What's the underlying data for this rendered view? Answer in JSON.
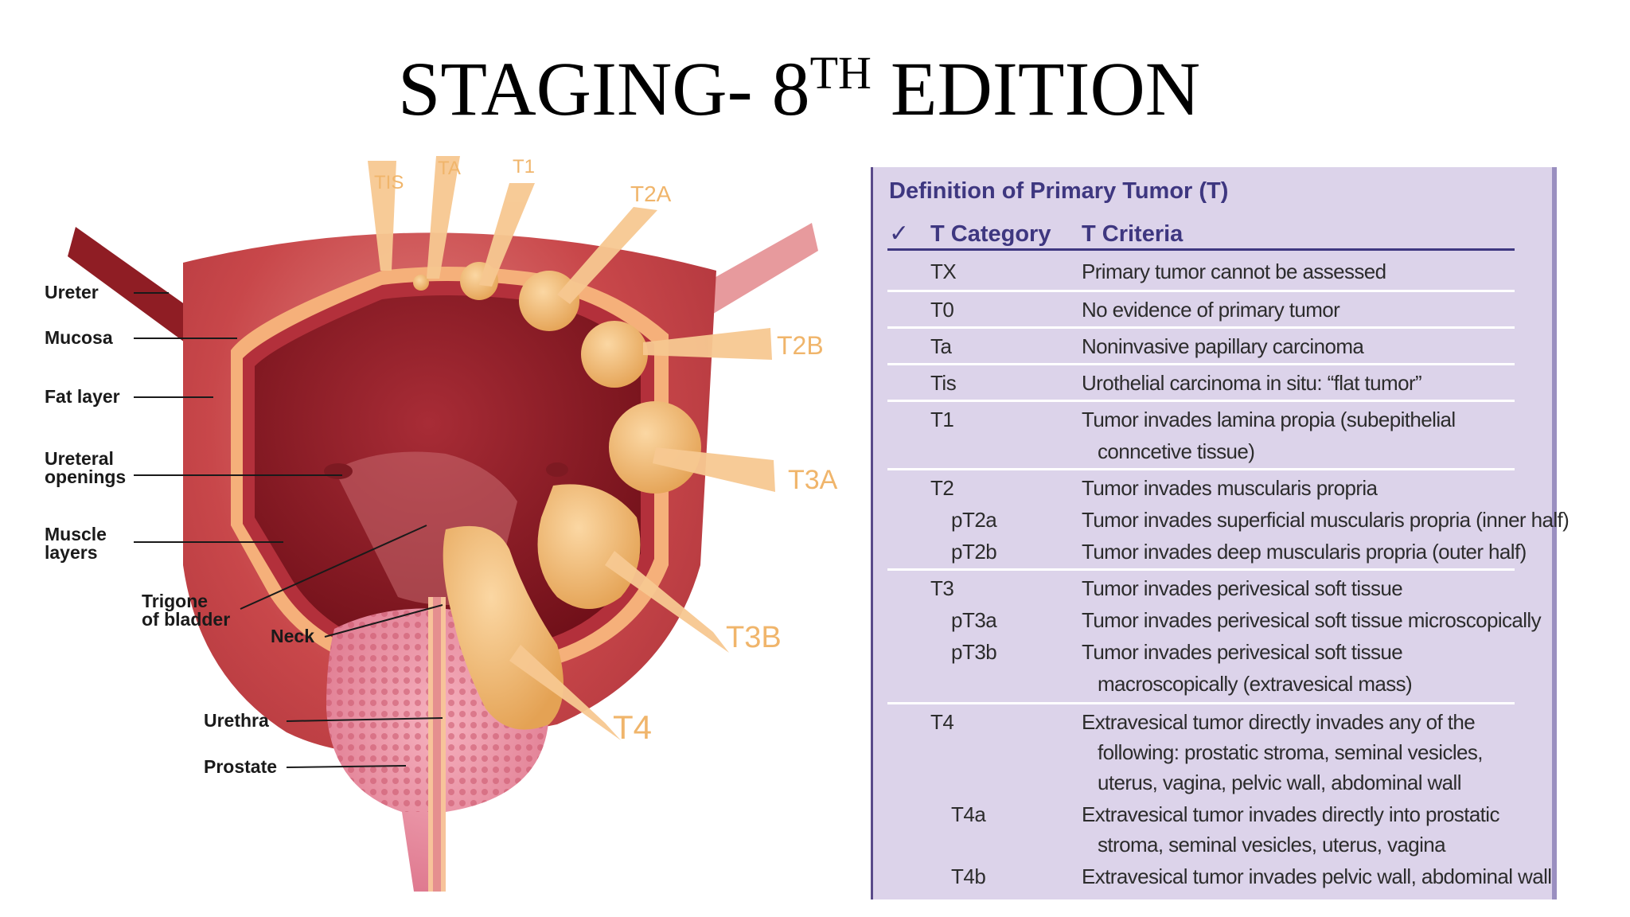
{
  "slide": {
    "title_main": "STAGING- 8",
    "title_sup": "TH",
    "title_rest": " EDITION"
  },
  "diagram": {
    "anatomy_labels": {
      "ureter": "Ureter",
      "mucosa": "Mucosa",
      "fat_layer": "Fat layer",
      "ureteral_openings": "Ureteral\nopenings",
      "muscle_layers": "Muscle\nlayers",
      "trigone": "Trigone\nof bladder",
      "neck": "Neck",
      "urethra": "Urethra",
      "prostate": "Prostate"
    },
    "stage_labels": {
      "tis": "TIS",
      "ta": "TA",
      "t1": "T1",
      "t2a": "T2A",
      "t2b": "T2B",
      "t3a": "T3A",
      "t3b": "T3B",
      "t4": "T4"
    },
    "colors": {
      "bladder_outer": "#c8474a",
      "bladder_inner": "#8a1620",
      "fat_layer": "#f5b07a",
      "tumor": "#efb86a",
      "prostate": "#e98aa0",
      "arrow": "#f7c891"
    }
  },
  "table": {
    "title": "Definition of Primary Tumor (T)",
    "check_mark": "✓",
    "col_category": "T Category",
    "col_criteria": "T Criteria",
    "rows": [
      {
        "cat": "TX",
        "crit": "Primary tumor cannot be assessed"
      },
      {
        "cat": "T0",
        "crit": "No evidence of primary tumor"
      },
      {
        "cat": "Ta",
        "crit": "Noninvasive papillary carcinoma"
      },
      {
        "cat": "Tis",
        "crit": "Urothelial carcinoma in situ: “flat tumor”"
      },
      {
        "cat": "T1",
        "crit": "Tumor invades lamina propia (subepithelial",
        "crit2": "conncetive tissue)"
      },
      {
        "cat": "T2",
        "crit": "Tumor invades muscularis propria"
      },
      {
        "cat": "pT2a",
        "crit": "Tumor invades superficial muscularis propria (inner half)"
      },
      {
        "cat": "pT2b",
        "crit": "Tumor invades deep muscularis propria (outer half)"
      },
      {
        "cat": "T3",
        "crit": "Tumor invades perivesical soft tissue"
      },
      {
        "cat": "pT3a",
        "crit": "Tumor invades perivesical soft tissue microscopically"
      },
      {
        "cat": "pT3b",
        "crit": "Tumor invades perivesical soft tissue",
        "crit2": "macroscopically (extravesical mass)"
      },
      {
        "cat": "T4",
        "crit": "Extravesical tumor directly invades any of the",
        "crit2": "following: prostatic stroma, seminal vesicles,",
        "crit3": "uterus, vagina, pelvic wall, abdominal wall"
      },
      {
        "cat": "T4a",
        "crit": "Extravesical tumor invades directly into prostatic",
        "crit2": "stroma, seminal vesicles, uterus, vagina"
      },
      {
        "cat": "T4b",
        "crit": "Extravesical tumor invades pelvic wall, abdominal wall"
      }
    ],
    "colors": {
      "panel_bg": "#dcd3ea",
      "header_text": "#3e3780"
    }
  }
}
